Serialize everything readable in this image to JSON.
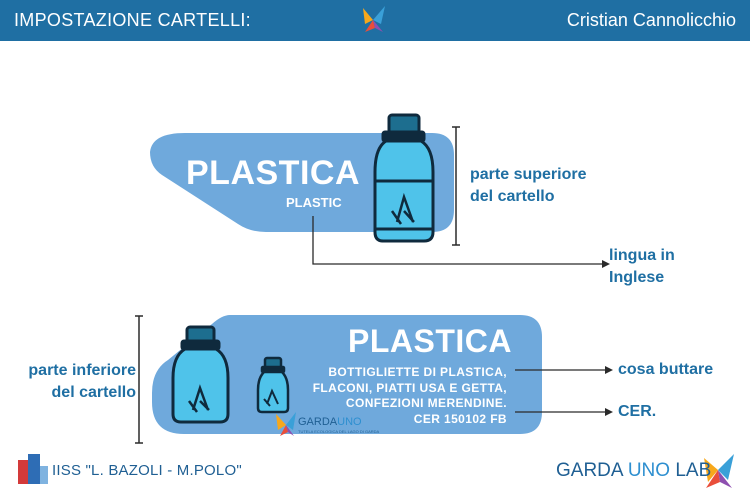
{
  "header": {
    "title": "IMPOSTAZIONE CARTELLI:",
    "author": "Cristian Cannolicchio"
  },
  "top_sign": {
    "title": "PLASTICA",
    "subtitle": "PLASTIC"
  },
  "annotations": {
    "upper_part_line1": "parte superiore",
    "upper_part_line2": "del cartello",
    "english_line1": "lingua in",
    "english_line2": "Inglese",
    "lower_part_line1": "parte inferiore",
    "lower_part_line2": "del cartello",
    "what_to_throw": "cosa buttare",
    "cer": "CER."
  },
  "bottom_sign": {
    "title": "PLASTICA",
    "desc_line1": "BOTTIGLIETTE DI PLASTICA,",
    "desc_line2": "FLACONI, PIATTI USA E GETTA,",
    "desc_line3": "CONFEZIONI MERENDINE.",
    "desc_line4": "CER 150102 FB",
    "logo_main": "GARDA",
    "logo_accent": "UNO",
    "logo_tagline": "TUTELA ECOLOGICA DEL LAGO DI GARDA"
  },
  "footer": {
    "school": "IISS \"L. BAZOLI - M.POLO\"",
    "brand_a": "GARDA ",
    "brand_b": "UNO",
    "brand_c": " LAB"
  },
  "colors": {
    "header_blue": "#1f6fa3",
    "sign_blue": "#6fa9dc",
    "bottle_cyan": "#4fc3ea",
    "dark_navy": "#0f2a3d",
    "footer_blue": "#1f5f93"
  }
}
